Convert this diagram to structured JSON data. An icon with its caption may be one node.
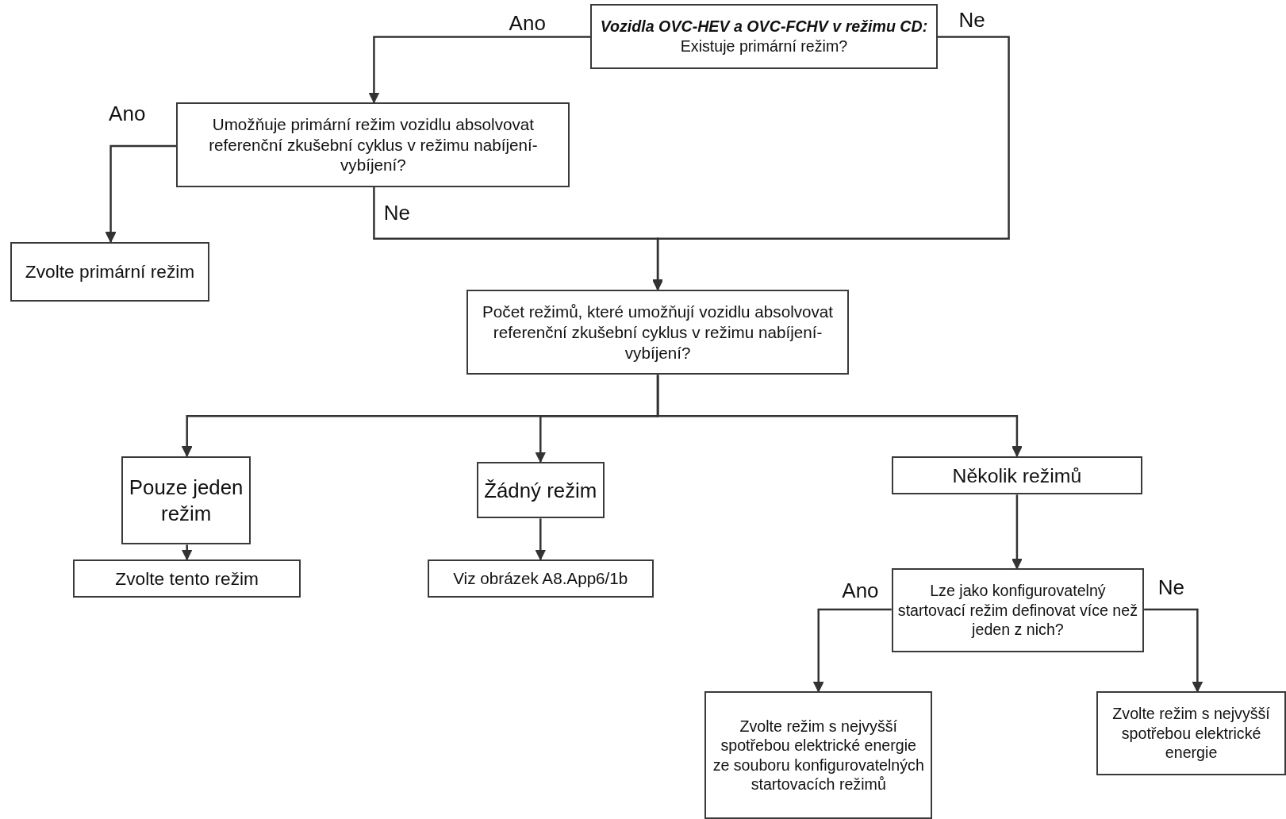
{
  "diagram": {
    "nodes": [
      {
        "text": [
          "Vozidla OVC-HEV a OVC-FCHV v režimu CD:",
          "Existuje primární režim?"
        ]
      },
      {
        "text": [
          "Umožňuje primární režim vozidlu absolvovat referenční zkušební cyklus v režimu nabíjení-vybíjení?"
        ]
      },
      {
        "text": [
          "Zvolte primární režim"
        ]
      },
      {
        "text": [
          "Počet režimů, které umožňují vozidlu absolvovat referenční zkušební cyklus v režimu nabíjení-vybíjení?"
        ]
      },
      {
        "text": [
          "Pouze jeden režim"
        ]
      },
      {
        "text": [
          "Žádný režim"
        ]
      },
      {
        "text": [
          "Několik režimů"
        ]
      },
      {
        "text": [
          "Zvolte tento režim"
        ]
      },
      {
        "text": [
          "Viz obrázek A8.App6/1b"
        ]
      },
      {
        "text": [
          "Lze jako konfigurovatelný startovací režim definovat více než jeden z nich?"
        ]
      },
      {
        "text": [
          "Zvolte režim s nejvyšší spotřebou elektrické energie ze souboru konfigurovatelných startovacích režimů"
        ]
      },
      {
        "text": [
          "Zvolte režim s nejvyšší spotřebou elektrické energie"
        ]
      }
    ],
    "edges": [
      {
        "from": 0,
        "to": 1,
        "arrow": "to",
        "label": "Ano"
      },
      {
        "from": 0,
        "to": 3,
        "arrow": "to",
        "label": "Ne"
      },
      {
        "from": 1,
        "to": 2,
        "arrow": "to",
        "label": "Ano"
      },
      {
        "from": 1,
        "to": 3,
        "arrow": "to",
        "label": "Ne"
      },
      {
        "from": 3,
        "to": 4,
        "arrow": "to"
      },
      {
        "from": 3,
        "to": 5,
        "arrow": "to"
      },
      {
        "from": 3,
        "to": 6,
        "arrow": "to"
      },
      {
        "from": 4,
        "to": 7,
        "arrow": "to"
      },
      {
        "from": 5,
        "to": 8,
        "arrow": "to"
      },
      {
        "from": 6,
        "to": 9,
        "arrow": "to"
      },
      {
        "from": 9,
        "to": 10,
        "arrow": "to",
        "label": "Ano"
      },
      {
        "from": 9,
        "to": 11,
        "arrow": "to",
        "label": "Ne"
      }
    ]
  }
}
